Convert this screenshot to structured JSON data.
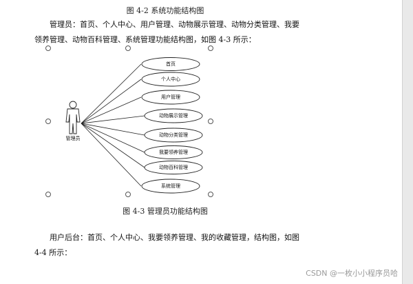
{
  "document": {
    "caption_top": "图 4-2 系统功能结构图",
    "paragraph_1": "管理员：首页、个人中心、用户管理、动物展示管理、动物分类管理、我要领养管理、动物百科管理、系统管理功能结构图，如图 4-3 所示：",
    "caption_mid": "图 4-3 管理员功能结构图",
    "paragraph_2": "用户后台：首页、个人中心、我要领养管理、我的收藏管理，结构图，如图 4-4 所示："
  },
  "diagram": {
    "actor_label": "管理员",
    "use_cases": [
      "首页",
      "个人中心",
      "用户管理",
      "动物展示管理",
      "动物分类管理",
      "我要领养管理",
      "动物百科管理",
      "系统管理"
    ]
  },
  "watermark": "CSDN @一枚小小程序员哈"
}
